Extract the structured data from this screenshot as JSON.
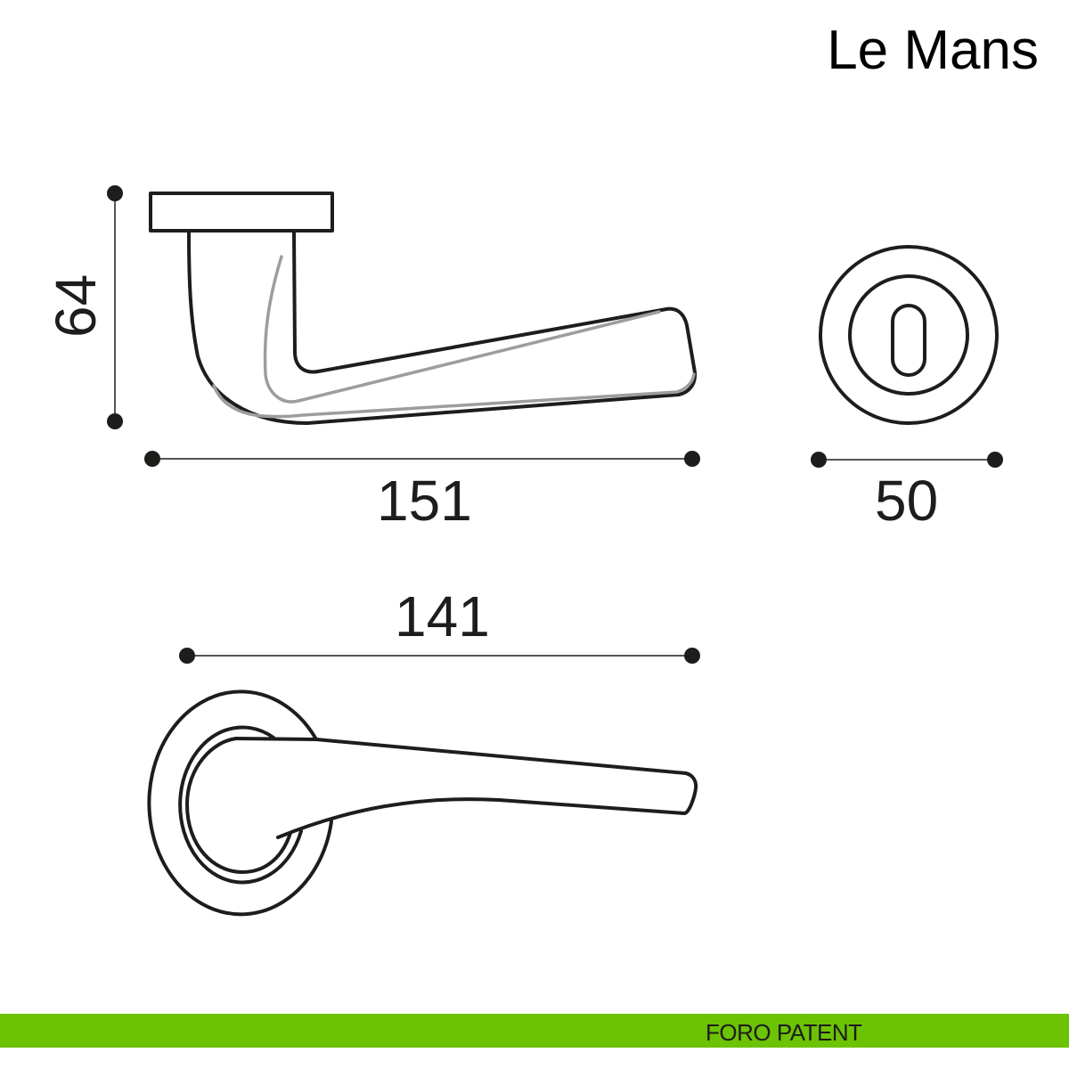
{
  "title": "Le Mans",
  "dimensions": {
    "height": "64",
    "length": "151",
    "rose_diameter": "50",
    "projection": "141"
  },
  "footer": {
    "label": "FORO PATENT",
    "color": "#6cc303"
  }
}
